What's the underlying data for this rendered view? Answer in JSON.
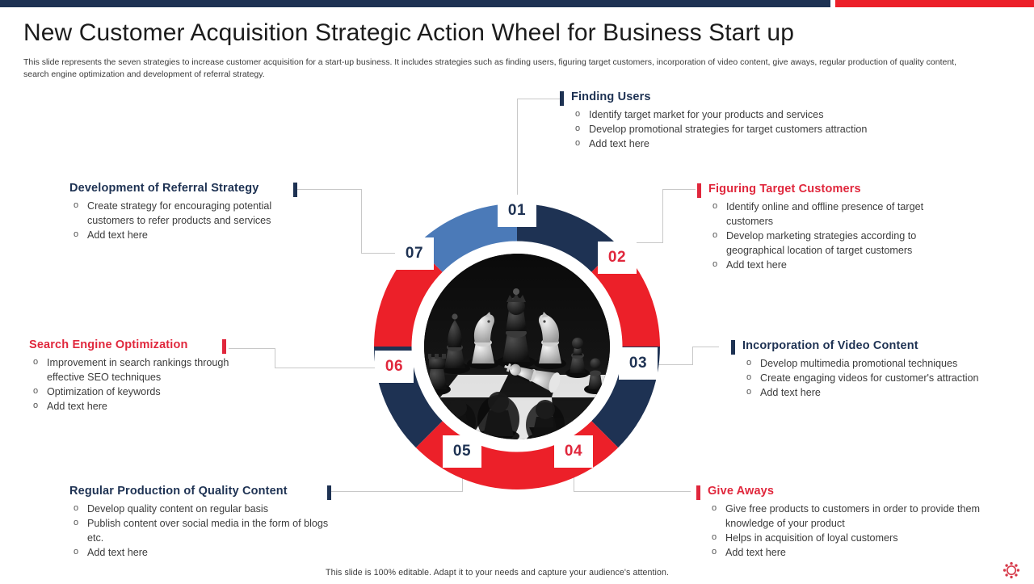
{
  "header": {
    "title": "New Customer Acquisition Strategic Action Wheel for Business Start up",
    "subtitle": "This slide represents the seven strategies to increase customer acquisition for a start-up business. It includes strategies such as finding users, figuring target customers, incorporation of video content, give aways, regular production of quality content, search engine optimization and development of referral strategy."
  },
  "colors": {
    "navy": "#1e3253",
    "red": "#ec2029",
    "heading_red": "#e0273c",
    "medium_blue": "#4b7ab8",
    "line_gray": "#c8c8c8"
  },
  "wheel": {
    "badges": [
      {
        "number": "01",
        "color": "navy"
      },
      {
        "number": "02",
        "color": "red"
      },
      {
        "number": "03",
        "color": "navy"
      },
      {
        "number": "04",
        "color": "red"
      },
      {
        "number": "05",
        "color": "navy"
      },
      {
        "number": "06",
        "color": "red"
      },
      {
        "number": "07",
        "color": "navy"
      }
    ],
    "center_image_alt": "chess-board-pieces-photo"
  },
  "blocks": [
    {
      "id": "finding-users",
      "heading": "Finding Users",
      "style": "navy",
      "items": [
        "Identify target market for your products and services",
        "Develop promotional strategies for target customers attraction",
        "Add text here"
      ]
    },
    {
      "id": "figuring-target-customers",
      "heading": "Figuring Target Customers",
      "style": "red",
      "items": [
        "Identify online and offline presence of target customers",
        "Develop marketing strategies according to geographical location of target customers",
        "Add text here"
      ]
    },
    {
      "id": "incorporation-of-video-content",
      "heading": "Incorporation of Video Content",
      "style": "navy",
      "items": [
        "Develop multimedia promotional techniques",
        "Create engaging videos for customer's attraction",
        "Add text here"
      ]
    },
    {
      "id": "give-aways",
      "heading": "Give Aways",
      "style": "red",
      "items": [
        "Give free products to customers in order to provide them knowledge of your product",
        "Helps in acquisition of loyal customers",
        "Add text here"
      ]
    },
    {
      "id": "regular-production-of-quality-content",
      "heading": "Regular Production of Quality Content",
      "style": "navy",
      "items": [
        "Develop quality content on regular basis",
        "Publish content over social media in the form of blogs etc.",
        "Add text here"
      ]
    },
    {
      "id": "search-engine-optimization",
      "heading": "Search Engine Optimization",
      "style": "red",
      "items": [
        "Improvement in search rankings through effective SEO techniques",
        "Optimization of keywords",
        "Add text here"
      ]
    },
    {
      "id": "development-of-referral-strategy",
      "heading": "Development of Referral Strategy",
      "style": "navy",
      "items": [
        "Create strategy for encouraging potential customers to refer products and services",
        "Add text here"
      ]
    }
  ],
  "footer": {
    "note": "This slide is 100% editable. Adapt it to your needs and capture your audience's attention.",
    "icon": "gear-icon"
  }
}
